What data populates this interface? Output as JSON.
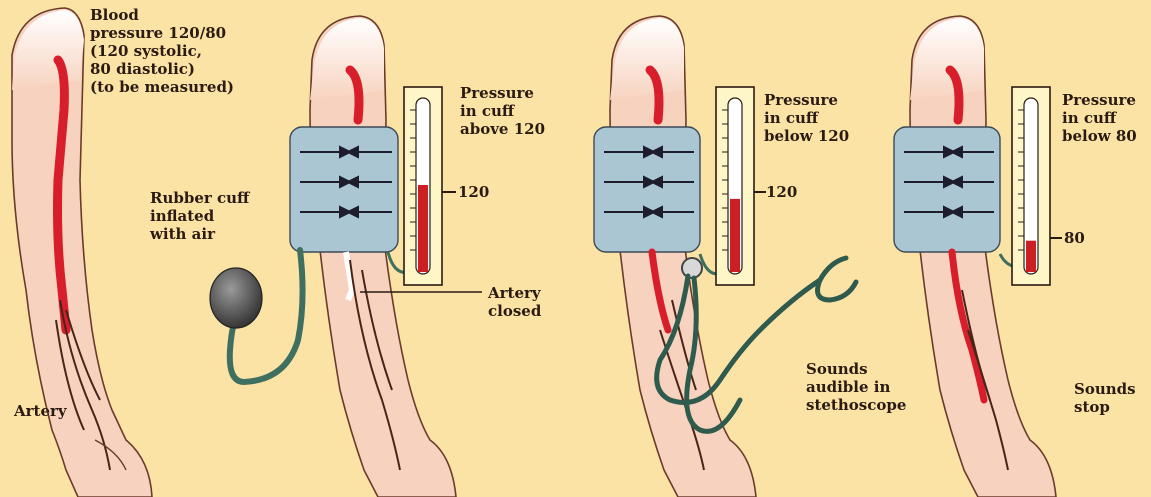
{
  "panel1": {
    "label_bp": "Blood\npressure 120/80\n(120 systolic,\n80 diastolic)\n(to be measured)",
    "label_artery": "Artery"
  },
  "panel2": {
    "label_pressure": "Pressure\nin cuff\nabove 120",
    "gauge_mark": "120",
    "gauge_level": 0.5,
    "label_cuff": "Rubber cuff\ninflated\nwith air",
    "label_artery_closed": "Artery\nclosed"
  },
  "panel3": {
    "label_pressure": "Pressure\nin cuff\nbelow 120",
    "gauge_mark": "120",
    "gauge_level": 0.42,
    "label_sounds": "Sounds\naudible in\nstethoscope"
  },
  "panel4": {
    "label_pressure": "Pressure\nin cuff\nbelow 80",
    "gauge_mark": "80",
    "gauge_level": 0.18,
    "label_sounds": "Sounds\nstop"
  },
  "colors": {
    "background": "#fbe3a6",
    "skin": "#f7d3bf",
    "artery": "#d81e2a",
    "cuff": "#a9c6d2",
    "mercury": "#cc1f24",
    "tube": "#3f6f5f"
  }
}
